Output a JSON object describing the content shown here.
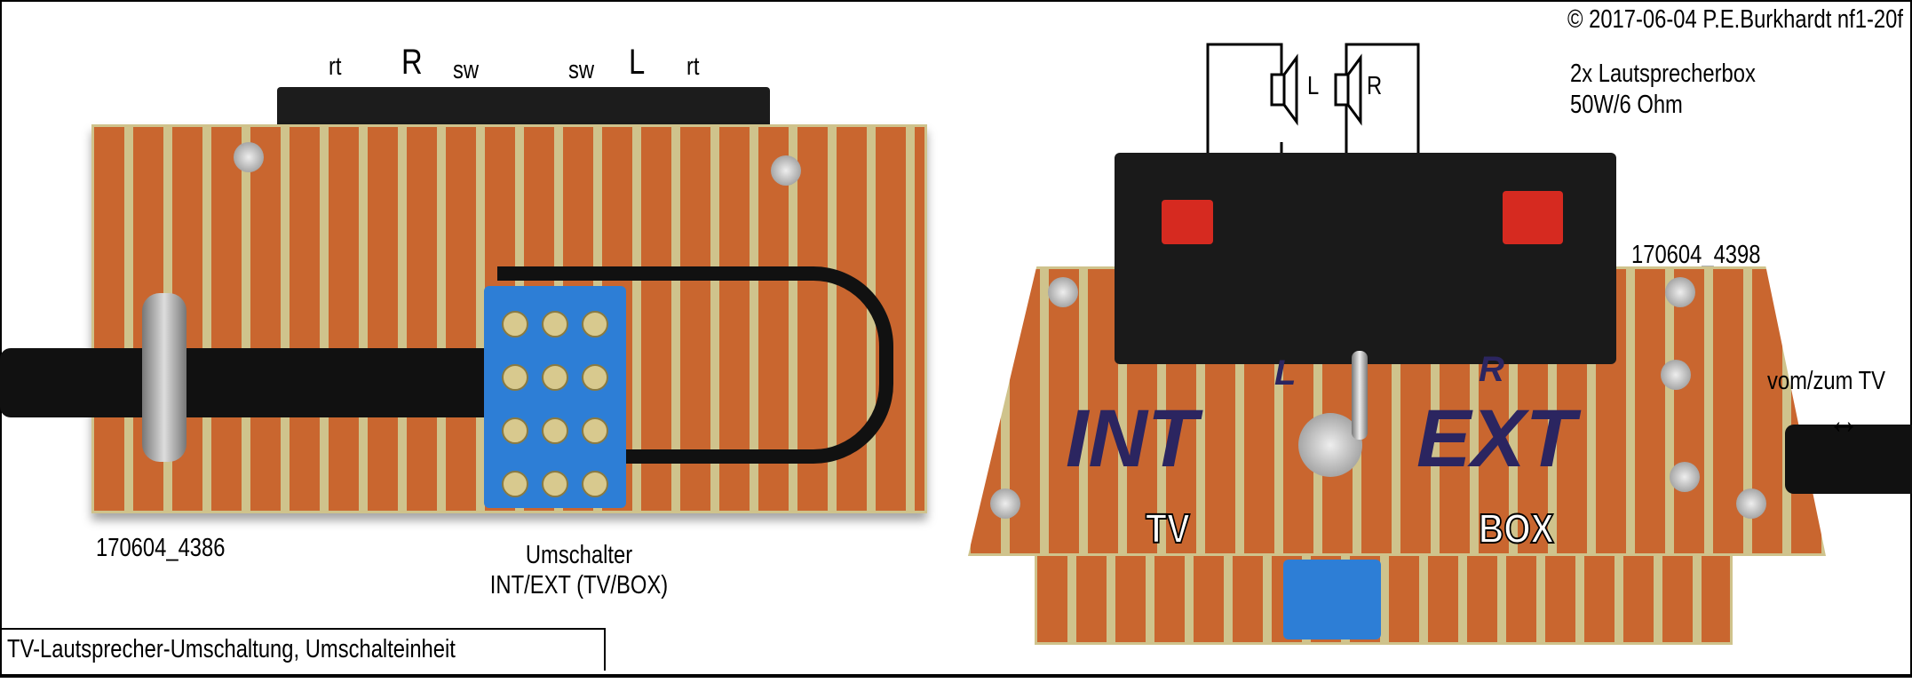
{
  "copyright": "© 2017-06-04 P.E.Burkhardt nf1-20f",
  "caption": "TV-Lautsprecher-Umschaltung, Umschalteinheit",
  "left_photo": {
    "photo_id": "170604_4386",
    "connector_labels": [
      "rt",
      "R",
      "sw",
      "sw",
      "L",
      "rt"
    ],
    "switch_label_line1": "Umschalter",
    "switch_label_line2": "INT/EXT (TV/BOX)"
  },
  "right_photo": {
    "photo_id": "170604_4398",
    "speaker_title": "2x Lautsprecherbox",
    "speaker_spec": "50W/6 Ohm",
    "speaker_left": "L",
    "speaker_right": "R",
    "marker_int": "INT",
    "marker_ext": "EXT",
    "marker_l": "L",
    "marker_r": "R",
    "label_tv": "TV",
    "label_box": "BOX",
    "cable_label": "vom/zum TV",
    "cable_arrow": "↔"
  }
}
